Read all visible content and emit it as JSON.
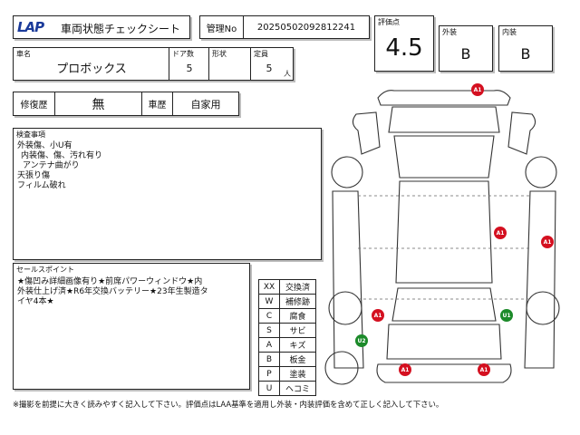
{
  "header": {
    "logo": "LAP",
    "title": "車両状態チェックシート",
    "mgmt_label": "管理No",
    "mgmt_no": "20250502092812241"
  },
  "grade": {
    "score_label": "評価点",
    "score": "4.5",
    "exterior_label": "外装",
    "exterior": "B",
    "interior_label": "内装",
    "interior": "B"
  },
  "vehicle": {
    "name_label": "車名",
    "name": "プロボックス",
    "doors_label": "ドア数",
    "doors": "5",
    "shape_label": "形状",
    "shape": "",
    "capacity_label": "定員",
    "capacity": "5",
    "capacity_unit": "人",
    "repair_label": "修復歴",
    "repair": "無",
    "history_label": "車歴",
    "history": "自家用"
  },
  "inspection": {
    "label": "検査事項",
    "lines": [
      "外装傷、小U有",
      "内装傷、傷、汚れ有り",
      "アンテナ曲がり",
      "天張り傷",
      "フィルム破れ"
    ]
  },
  "sales": {
    "label": "セールスポイント",
    "lines": [
      "★傷凹み詳細画像有り★前席パワーウィンドウ★内",
      "外装仕上げ済★R6年交換バッテリー★23年生製造タ",
      "イヤ4本★"
    ]
  },
  "legend": [
    {
      "code": "XX",
      "meaning": "交換済"
    },
    {
      "code": "W",
      "meaning": "補修跡"
    },
    {
      "code": "C",
      "meaning": "腐食"
    },
    {
      "code": "S",
      "meaning": "サビ"
    },
    {
      "code": "A",
      "meaning": "キズ"
    },
    {
      "code": "B",
      "meaning": "板金"
    },
    {
      "code": "P",
      "meaning": "塗装"
    },
    {
      "code": "U",
      "meaning": "ヘコミ"
    }
  ],
  "markers": {
    "m1": "A1",
    "m2": "A1",
    "m3": "A1",
    "m4": "A1",
    "m5": "A1",
    "m6": "A1",
    "g1": "U1",
    "g2": "U2"
  },
  "marker_colors": {
    "damage": "#d41020",
    "dent": "#1c8a2a"
  },
  "footer": "※撮影を前提に大きく読みやすく記入して下さい。評価点はLAA基準を適用し外装・内装評価を含めて正しく記入して下さい。"
}
